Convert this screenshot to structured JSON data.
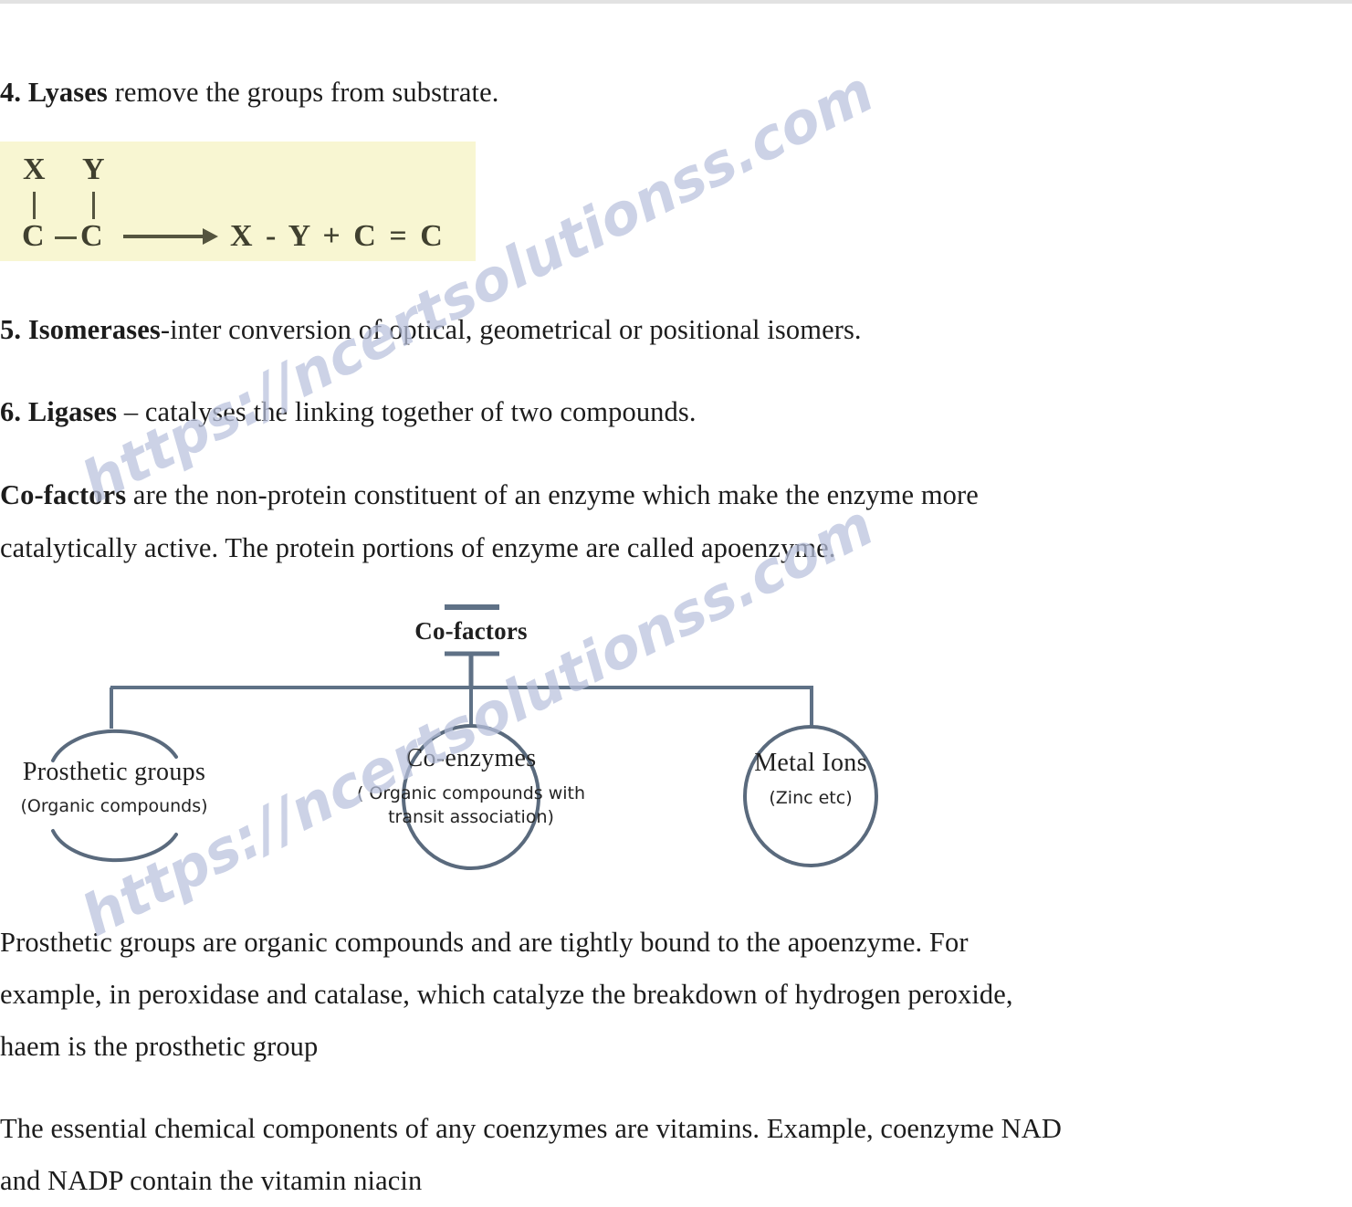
{
  "document": {
    "watermark_text": "https://ncertsolutionss.com",
    "watermark_color": "#b9c2dd",
    "background_color": "#ffffff",
    "text_color": "#1c1c1c"
  },
  "content": {
    "item4": {
      "number": "4. ",
      "term": "Lyases",
      "rest": " remove the groups from substrate."
    },
    "item5": {
      "number": "5. ",
      "term": "Isomerases",
      "rest": "-inter conversion of optical, geometrical or positional isomers."
    },
    "item6": {
      "number": "6. ",
      "term": "Ligases",
      "rest": " – catalyses the linking together of two compounds."
    },
    "cofactors_para": {
      "term": "Co-factors",
      "rest": " are the non-protein constituent of an enzyme which make the enzyme more",
      "line2": "catalytically active. The protein portions of enzyme are called apoenzyme."
    },
    "prosthetic_para": {
      "line1": "Prosthetic groups are organic compounds and are tightly bound to the apoenzyme. For",
      "line2": "example, in peroxidase and catalase, which catalyze the breakdown of hydrogen peroxide,",
      "line3": "haem is the prosthetic group"
    },
    "coenzyme_para": {
      "line1": "The essential chemical components of any coenzymes are vitamins. Example, coenzyme NAD",
      "line2": "and NADP contain the vitamin niacin"
    }
  },
  "chem_figure": {
    "background_color": "#f8f6d2",
    "top_left_atom": "X",
    "top_right_atom": "Y",
    "bottom_left_atom": "C",
    "bottom_right_atom": "C",
    "product": "X - Y + C = C"
  },
  "chart_data": {
    "type": "tree",
    "title": "Co-factors",
    "root": "Co-factors",
    "line_color": "#5f7186",
    "nodes": [
      {
        "title": "Prosthetic groups",
        "subtitle": "(Organic compounds)"
      },
      {
        "title": "Co-enzymes",
        "subtitle": "( Organic compounds  with\ntransit association)"
      },
      {
        "title": "Metal Ions",
        "subtitle": "(Zinc etc)"
      }
    ]
  }
}
